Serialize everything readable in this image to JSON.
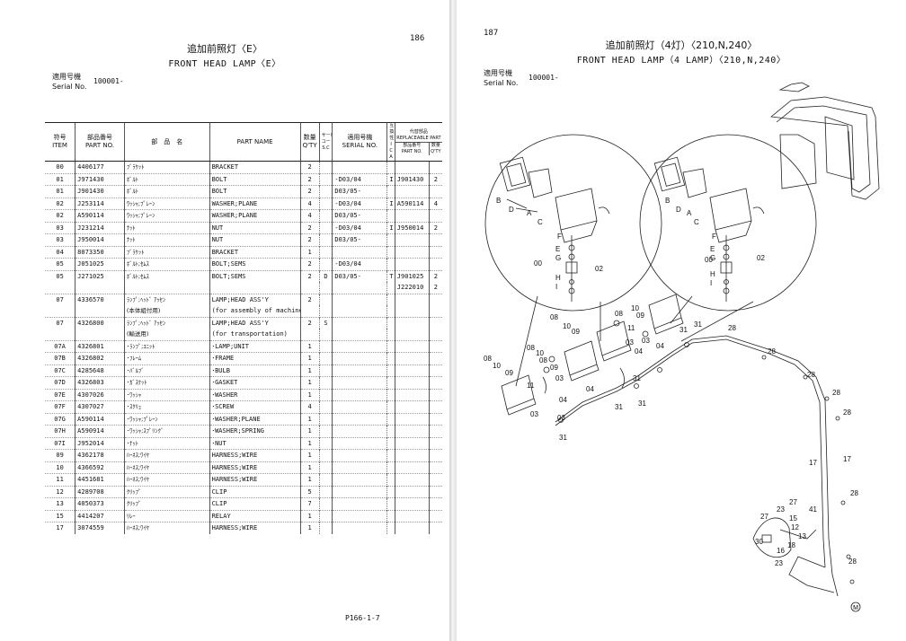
{
  "left_page": {
    "page_number": "186",
    "title_ja": "追加前照灯〈E〉",
    "title_en": "FRONT HEAD LAMP〈E〉",
    "serial_label_ja": "適用号機",
    "serial_label_en": "Serial No.",
    "serial_value": "100001-",
    "footer": "P166-1-7",
    "table_headers": {
      "item_ja": "符号",
      "item_en": "ITEM",
      "partno_ja": "部品番号",
      "partno_en": "PART NO.",
      "name_ja": "部　品　名",
      "name_en": "PART NAME",
      "qty_ja": "数量",
      "qty_en": "Q'TY",
      "service_ja": "サービス",
      "service_mid": "コード",
      "service_en": "S.C",
      "serial_ja": "適用号機",
      "serial_en": "SERIAL NO.",
      "interchange_ja": "互換性",
      "interchange_en": "ICA",
      "replaceable_ja": "代替部品",
      "replaceable_en": "REPLACEABLE PART",
      "rep_partno_ja": "部品番号",
      "rep_partno_en": "PART NO.",
      "rep_qty_ja": "数量",
      "rep_qty_en": "Q'TY"
    },
    "rows": [
      {
        "item": "00",
        "part_no": "4406177",
        "name_ja": "ﾌﾞﾗｹｯﾄ",
        "name_en": "BRACKET",
        "qty": "2",
        "sc": "",
        "serial": "",
        "ica": "",
        "rep_part": "",
        "rep_qty": "",
        "sep": true
      },
      {
        "item": "01",
        "part_no": "J971430",
        "name_ja": "ﾎﾞﾙﾄ",
        "name_en": "BOLT",
        "qty": "2",
        "sc": "",
        "serial": "-D03/04",
        "ica": "I",
        "rep_part": "J901430",
        "rep_qty": "2",
        "sep": true
      },
      {
        "item": "01",
        "part_no": "J901430",
        "name_ja": "ﾎﾞﾙﾄ",
        "name_en": "BOLT",
        "qty": "2",
        "sc": "",
        "serial": "D03/05-",
        "ica": "",
        "rep_part": "",
        "rep_qty": "",
        "sep": true
      },
      {
        "item": "02",
        "part_no": "J253114",
        "name_ja": "ﾜｯｼｬ;ﾌﾟﾚｰﾝ",
        "name_en": "WASHER;PLANE",
        "qty": "4",
        "sc": "",
        "serial": "-D03/04",
        "ica": "I",
        "rep_part": "A590114",
        "rep_qty": "4",
        "sep": true
      },
      {
        "item": "02",
        "part_no": "A590114",
        "name_ja": "ﾜｯｼｬ;ﾌﾟﾚｰﾝ",
        "name_en": "WASHER;PLANE",
        "qty": "4",
        "sc": "",
        "serial": "D03/05-",
        "ica": "",
        "rep_part": "",
        "rep_qty": "",
        "sep": true
      },
      {
        "item": "03",
        "part_no": "J231214",
        "name_ja": "ﾅｯﾄ",
        "name_en": "NUT",
        "qty": "2",
        "sc": "",
        "serial": "-D03/04",
        "ica": "I",
        "rep_part": "J950014",
        "rep_qty": "2",
        "sep": true
      },
      {
        "item": "03",
        "part_no": "J950014",
        "name_ja": "ﾅｯﾄ",
        "name_en": "NUT",
        "qty": "2",
        "sc": "",
        "serial": "D03/05-",
        "ica": "",
        "rep_part": "",
        "rep_qty": "",
        "sep": true
      },
      {
        "item": "04",
        "part_no": "8073350",
        "name_ja": "ﾌﾞﾗｹｯﾄ",
        "name_en": "BRACKET",
        "qty": "1",
        "sc": "",
        "serial": "",
        "ica": "",
        "rep_part": "",
        "rep_qty": "",
        "sep": true
      },
      {
        "item": "05",
        "part_no": "J051025",
        "name_ja": "ﾎﾞﾙﾄ;ｾﾑｽ",
        "name_en": "BOLT;SEMS",
        "qty": "2",
        "sc": "",
        "serial": "-D03/04",
        "ica": "",
        "rep_part": "",
        "rep_qty": "",
        "sep": true
      },
      {
        "item": "05",
        "part_no": "J271025",
        "name_ja": "ﾎﾞﾙﾄ;ｾﾑｽ",
        "name_en": "BOLT;SEMS",
        "qty": "2",
        "sc": "D",
        "serial": "D03/05-",
        "ica": "T",
        "rep_part": "J901025",
        "rep_qty": "2",
        "sep": true
      },
      {
        "item": "",
        "part_no": "",
        "name_ja": "",
        "name_en": "",
        "qty": "",
        "sc": "",
        "serial": "",
        "ica": "",
        "rep_part": "J222010",
        "rep_qty": "2",
        "sep": false
      },
      {
        "item": "07",
        "part_no": "4336570",
        "name_ja": "ﾗﾝﾌﾟ;ﾍｯﾄﾞ ｱｯｾﾝ",
        "name_en": "LAMP;HEAD ASS'Y",
        "qty": "2",
        "sc": "",
        "serial": "",
        "ica": "",
        "rep_part": "",
        "rep_qty": "",
        "sep": true
      },
      {
        "item": "",
        "part_no": "",
        "name_ja": "(本体組付用)",
        "name_en": "(for assembly of machine)",
        "qty": "",
        "sc": "",
        "serial": "",
        "ica": "",
        "rep_part": "",
        "rep_qty": "",
        "sep": false
      },
      {
        "item": "07",
        "part_no": "4326800",
        "name_ja": "ﾗﾝﾌﾟ;ﾍｯﾄﾞ ｱｯｾﾝ",
        "name_en": "LAMP;HEAD ASS'Y",
        "qty": "2",
        "sc": "S",
        "serial": "",
        "ica": "",
        "rep_part": "",
        "rep_qty": "",
        "sep": true
      },
      {
        "item": "",
        "part_no": "",
        "name_ja": "(輸送用)",
        "name_en": "(for transportation)",
        "qty": "",
        "sc": "",
        "serial": "",
        "ica": "",
        "rep_part": "",
        "rep_qty": "",
        "sep": false
      },
      {
        "item": "07A",
        "part_no": "4326801",
        "name_ja": "･ﾗﾝﾌﾟ;ﾕﾆｯﾄ",
        "name_en": "･LAMP;UNIT",
        "qty": "1",
        "sc": "",
        "serial": "",
        "ica": "",
        "rep_part": "",
        "rep_qty": "",
        "sep": true
      },
      {
        "item": "07B",
        "part_no": "4326802",
        "name_ja": "･ﾌﾚｰﾑ",
        "name_en": "･FRAME",
        "qty": "1",
        "sc": "",
        "serial": "",
        "ica": "",
        "rep_part": "",
        "rep_qty": "",
        "sep": true
      },
      {
        "item": "07C",
        "part_no": "4285648",
        "name_ja": "･ﾊﾞﾙﾌﾞ",
        "name_en": "･BULB",
        "qty": "1",
        "sc": "",
        "serial": "",
        "ica": "",
        "rep_part": "",
        "rep_qty": "",
        "sep": true
      },
      {
        "item": "07D",
        "part_no": "4326803",
        "name_ja": "･ｶﾞｽｹｯﾄ",
        "name_en": "･GASKET",
        "qty": "1",
        "sc": "",
        "serial": "",
        "ica": "",
        "rep_part": "",
        "rep_qty": "",
        "sep": true
      },
      {
        "item": "07E",
        "part_no": "4307026",
        "name_ja": "･ﾜｯｼｬ",
        "name_en": "･WASHER",
        "qty": "1",
        "sc": "",
        "serial": "",
        "ica": "",
        "rep_part": "",
        "rep_qty": "",
        "sep": true
      },
      {
        "item": "07F",
        "part_no": "4307027",
        "name_ja": "･ｽｸﾘｭ",
        "name_en": "･SCREW",
        "qty": "4",
        "sc": "",
        "serial": "",
        "ica": "",
        "rep_part": "",
        "rep_qty": "",
        "sep": true
      },
      {
        "item": "07G",
        "part_no": "A590114",
        "name_ja": "･ﾜｯｼｬ;ﾌﾟﾚｰﾝ",
        "name_en": "･WASHER;PLANE",
        "qty": "1",
        "sc": "",
        "serial": "",
        "ica": "",
        "rep_part": "",
        "rep_qty": "",
        "sep": true
      },
      {
        "item": "07H",
        "part_no": "A590914",
        "name_ja": "･ﾜｯｼｬ;ｽﾌﾟﾘﾝｸﾞ",
        "name_en": "･WASHER;SPRING",
        "qty": "1",
        "sc": "",
        "serial": "",
        "ica": "",
        "rep_part": "",
        "rep_qty": "",
        "sep": true
      },
      {
        "item": "07I",
        "part_no": "J952014",
        "name_ja": "･ﾅｯﾄ",
        "name_en": "･NUT",
        "qty": "1",
        "sc": "",
        "serial": "",
        "ica": "",
        "rep_part": "",
        "rep_qty": "",
        "sep": true
      },
      {
        "item": "09",
        "part_no": "4362178",
        "name_ja": "ﾊｰﾈｽ;ﾜｲﾔ",
        "name_en": "HARNESS;WIRE",
        "qty": "1",
        "sc": "",
        "serial": "",
        "ica": "",
        "rep_part": "",
        "rep_qty": "",
        "sep": true
      },
      {
        "item": "10",
        "part_no": "4366592",
        "name_ja": "ﾊｰﾈｽ;ﾜｲﾔ",
        "name_en": "HARNESS;WIRE",
        "qty": "1",
        "sc": "",
        "serial": "",
        "ica": "",
        "rep_part": "",
        "rep_qty": "",
        "sep": true
      },
      {
        "item": "11",
        "part_no": "4451681",
        "name_ja": "ﾊｰﾈｽ;ﾜｲﾔ",
        "name_en": "HARNESS;WIRE",
        "qty": "1",
        "sc": "",
        "serial": "",
        "ica": "",
        "rep_part": "",
        "rep_qty": "",
        "sep": true
      },
      {
        "item": "12",
        "part_no": "4289708",
        "name_ja": "ｸﾘｯﾌﾟ",
        "name_en": "CLIP",
        "qty": "5",
        "sc": "",
        "serial": "",
        "ica": "",
        "rep_part": "",
        "rep_qty": "",
        "sep": true
      },
      {
        "item": "13",
        "part_no": "4050373",
        "name_ja": "ｸﾘｯﾌﾟ",
        "name_en": "CLIP",
        "qty": "7",
        "sc": "",
        "serial": "",
        "ica": "",
        "rep_part": "",
        "rep_qty": "",
        "sep": true
      },
      {
        "item": "15",
        "part_no": "4414207",
        "name_ja": "ﾘﾚｰ",
        "name_en": "RELAY",
        "qty": "1",
        "sc": "",
        "serial": "",
        "ica": "",
        "rep_part": "",
        "rep_qty": "",
        "sep": true
      },
      {
        "item": "17",
        "part_no": "3074559",
        "name_ja": "ﾊｰﾈｽ;ﾜｲﾔ",
        "name_en": "HARNESS;WIRE",
        "qty": "1",
        "sc": "",
        "serial": "",
        "ica": "",
        "rep_part": "",
        "rep_qty": "",
        "sep": true
      }
    ]
  },
  "right_page": {
    "page_number": "187",
    "title_ja": "追加前照灯（4灯）〈210,N,240〉",
    "title_en": "FRONT HEAD LAMP（4 LAMP）〈210,N,240〉",
    "serial_label_ja": "適用号機",
    "serial_label_en": "Serial No.",
    "serial_value": "100001-",
    "diagram_mark": "M",
    "callouts": [
      "B",
      "D",
      "A",
      "C",
      "F",
      "E",
      "G",
      "00",
      "02",
      "H",
      "I",
      "08",
      "10",
      "09",
      "11",
      "03",
      "04",
      "31",
      "28",
      "17",
      "27",
      "23",
      "41",
      "30",
      "16",
      "18",
      "12",
      "13",
      "15"
    ]
  }
}
